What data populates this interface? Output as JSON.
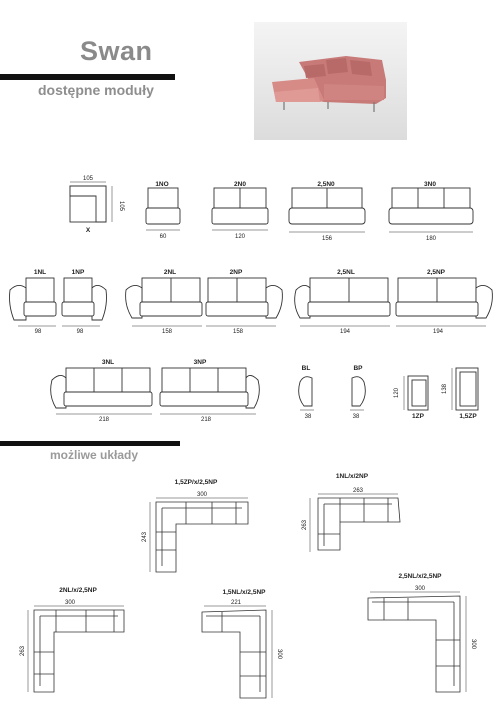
{
  "header": {
    "title": "Swan",
    "subtitle": "dostępne moduły"
  },
  "section2": {
    "title": "możliwe układy"
  },
  "module_x": {
    "code": "X",
    "width": "105",
    "depth": "105"
  },
  "modules": [
    {
      "code": "1NO",
      "width": "60"
    },
    {
      "code": "2N0",
      "width": "120"
    },
    {
      "code": "2,5N0",
      "width": "156"
    },
    {
      "code": "3N0",
      "width": "180"
    },
    {
      "code": "1NL",
      "width": "98"
    },
    {
      "code": "1NP",
      "width": "98"
    },
    {
      "code": "2NL",
      "width": "158"
    },
    {
      "code": "2NP",
      "width": "158"
    },
    {
      "code": "2,5NL",
      "width": "194"
    },
    {
      "code": "2,5NP",
      "width": "194"
    },
    {
      "code": "3NL",
      "width": "218"
    },
    {
      "code": "3NP",
      "width": "218"
    },
    {
      "code": "BL",
      "width": "38"
    },
    {
      "code": "BP",
      "width": "38"
    },
    {
      "code": "1ZP",
      "depth": "120"
    },
    {
      "code": "1,5ZP",
      "depth": "138"
    }
  ],
  "layouts": [
    {
      "code": "1,5ZP/x/2,5NP",
      "width": "300",
      "depth": "243"
    },
    {
      "code": "1NL/x/2NP",
      "width": "263",
      "depth": "263"
    },
    {
      "code": "2NL/x/2,5NP",
      "width": "300",
      "depth": "263"
    },
    {
      "code": "1,5NL/x/2,5NP",
      "width": "221",
      "depth": "300"
    },
    {
      "code": "2,5NL/x/2,5NP",
      "width": "300",
      "depth": "300"
    }
  ]
}
